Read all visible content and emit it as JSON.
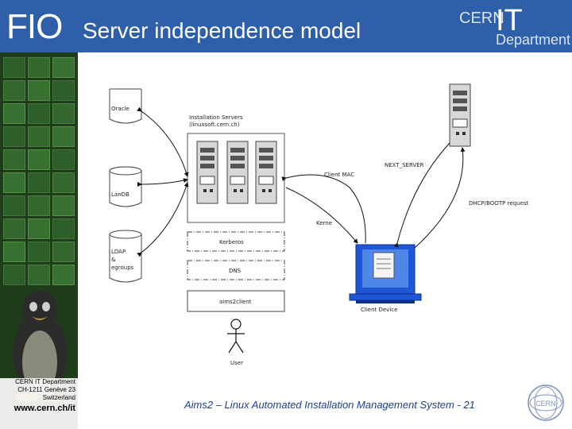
{
  "header": {
    "logo_text": "FIO",
    "title": "Server independence model",
    "cern_logo": {
      "cern": "CERN",
      "it": "IT",
      "department": "Department"
    }
  },
  "diagram": {
    "databases": [
      "Oracle",
      "LanDB",
      "LDAP\n&\negroups"
    ],
    "installation_servers_title": "Installation Servers",
    "installation_servers_subtitle": "(linuxsoft.cern.ch)",
    "services": [
      "Kerberos",
      "DNS",
      "aims2client"
    ],
    "client_device": "Client Device",
    "user": "User",
    "labels": {
      "next_server": "NEXT_SERVER",
      "client_mac": "Client MAC",
      "dhcp": "DHCP/BOOTP request",
      "kernel": "Kerne"
    }
  },
  "footer": {
    "address_line1": "CERN IT Department",
    "address_line2": "CH-1211 Genève 23",
    "address_line3": "Switzerland",
    "url": "www.cern.ch/it",
    "caption": "Aims2 – Linux Automated Installation Management System - 21"
  },
  "colors": {
    "header_blue": "#2f5fa8",
    "footer_text": "#1c3f8c",
    "monitor": "#1f56d6"
  }
}
